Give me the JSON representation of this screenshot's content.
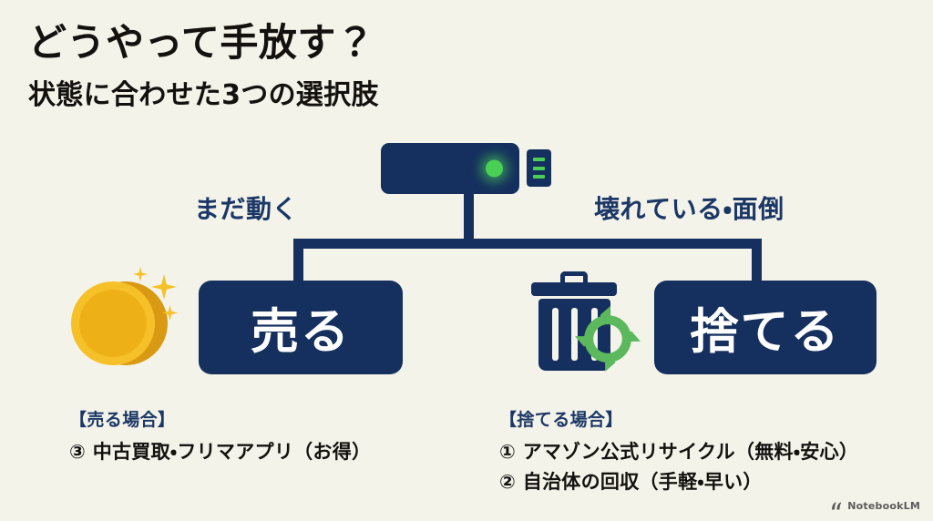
{
  "theme": {
    "background": "#f4f3ea",
    "navy": "#15305e",
    "navy_text": "#1b3766",
    "ink": "#14110e",
    "white": "#ffffff",
    "gold": "#f6c028",
    "gold_dark": "#d99a13",
    "green": "#49cf55",
    "recycle_green": "#5cb85c"
  },
  "header": {
    "title": "どうやって手放す？",
    "subtitle": "状態に合わせた3つの選択肢"
  },
  "diagram": {
    "device": {
      "icon": "device-icon",
      "led": "led-indicator",
      "port_dashes": 3
    },
    "branches": [
      {
        "id": "still-works",
        "label": "まだ動く"
      },
      {
        "id": "broken-or-bothersome",
        "label": "壊れている・面倒"
      }
    ],
    "actions": [
      {
        "id": "sell",
        "label": "売る",
        "icon": "coin-icon"
      },
      {
        "id": "discard",
        "label": "捨てる",
        "icon": "trash-recycle-icon"
      }
    ]
  },
  "notes": [
    {
      "id": "sell-note",
      "heading": "【売る場合】",
      "items": [
        "③ 中古買取・フリマアプリ（お得）"
      ]
    },
    {
      "id": "discard-note",
      "heading": "【捨てる場合】",
      "items": [
        "① アマゾン公式リサイクル（無料・安心）",
        "② 自治体の回収（手軽・早い）"
      ]
    }
  ],
  "watermark": {
    "label": "NotebookLM",
    "icon": "notebooklm-logo-icon"
  }
}
